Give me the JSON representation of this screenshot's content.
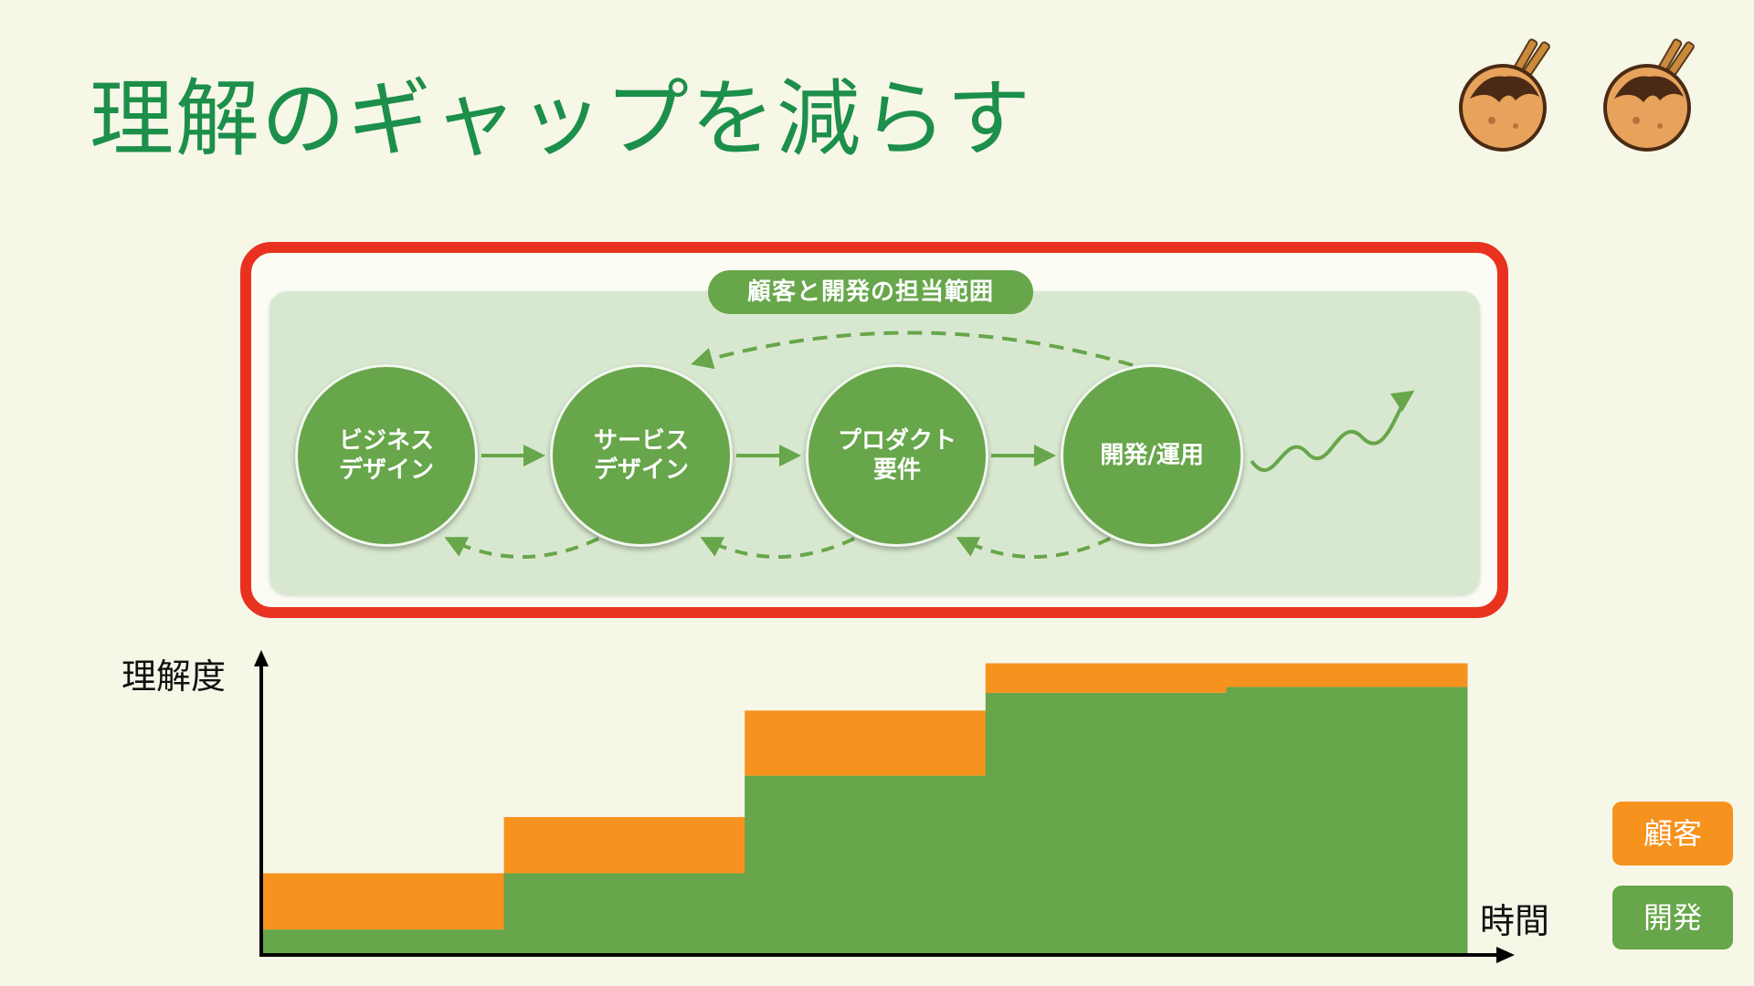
{
  "title": "理解のギャップを減らす",
  "colors": {
    "title": "#1c8f4a",
    "customer": "#f6921e",
    "development": "#67a64a",
    "scope_border": "#e8321f",
    "scope_fill": "#d8e8d0",
    "background": "#f7f7e8"
  },
  "icons": [
    "takoyaki-icon",
    "takoyaki-icon"
  ],
  "scope": {
    "label": "顧客と開発の担当範囲",
    "stages": [
      {
        "line1": "ビジネス",
        "line2": "デザイン"
      },
      {
        "line1": "サービス",
        "line2": "デザイン"
      },
      {
        "line1": "プロダクト",
        "line2": "要件"
      },
      {
        "line1": "開発/運用",
        "line2": ""
      }
    ]
  },
  "chart_data": {
    "type": "area",
    "stacked": true,
    "step": true,
    "ylabel": "理解度",
    "xlabel": "時間",
    "x": [
      0,
      1,
      2,
      3,
      4
    ],
    "series": [
      {
        "name": "開発",
        "values": [
          0.08,
          0.27,
          0.6,
          0.88,
          0.9
        ]
      },
      {
        "name": "顧客",
        "values": [
          0.19,
          0.19,
          0.22,
          0.1,
          0.08
        ]
      }
    ],
    "ylim": [
      0,
      1
    ],
    "legend": "right",
    "grid": false
  }
}
